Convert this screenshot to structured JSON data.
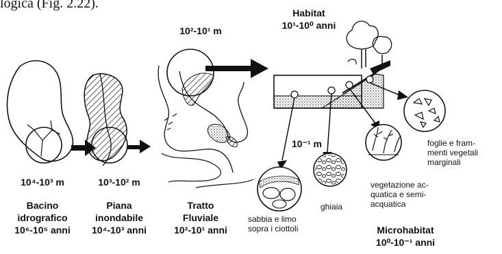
{
  "intro_text": "logica (Fig. 2.22).",
  "levels": {
    "bacino": {
      "scale": "10⁴-10³ m",
      "name_line1": "Bacino",
      "name_line2": "idrografico",
      "time": "10⁶-10⁵ anni"
    },
    "piana": {
      "scale": "10³-10² m",
      "name_line1": "Piana",
      "name_line2": "inondabile",
      "time": "10⁴-10³ anni"
    },
    "tratto": {
      "scale_top": "10²-10¹ m",
      "name_line1": "Tratto",
      "name_line2": "Fluviale",
      "time": "10²-10¹ anni"
    },
    "habitat": {
      "name": "Habitat",
      "time": "10¹-10⁰ anni",
      "scale": "10⁻¹ m"
    },
    "microhabitat": {
      "name": "Microhabitat",
      "time": "10⁰-10⁻¹ anni"
    }
  },
  "captions": {
    "foglie": [
      "foglie e fram-",
      "menti vegetali",
      "marginali"
    ],
    "vegetazione": [
      "vegetazione ac-",
      "quatica e semi-",
      "acquatica"
    ],
    "ghiaia": "ghiaia",
    "sabbia": [
      "sabbia e limo",
      "sopra i ciottoli"
    ]
  }
}
